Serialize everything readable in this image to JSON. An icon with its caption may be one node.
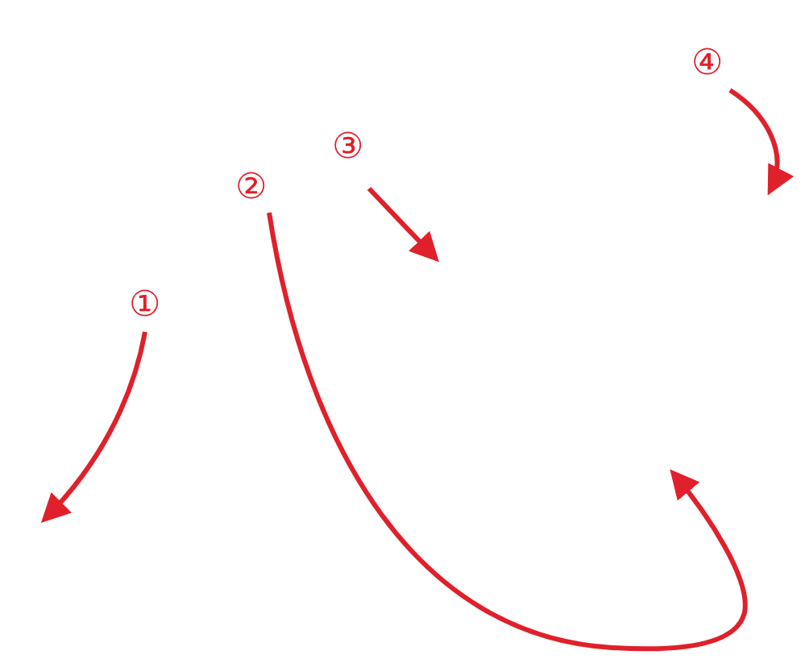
{
  "diagram": {
    "nodes": [
      {
        "text": [
          "①"
        ]
      },
      {
        "text": [
          "②"
        ]
      },
      {
        "text": [
          "③"
        ]
      },
      {
        "text": [
          "④"
        ]
      }
    ],
    "edges": [
      {
        "from": 0,
        "to": null,
        "arrow": "to"
      },
      {
        "from": 1,
        "to": null,
        "arrow": "to"
      },
      {
        "from": 2,
        "to": null,
        "arrow": "to"
      },
      {
        "from": 3,
        "to": null,
        "arrow": "to"
      }
    ]
  }
}
